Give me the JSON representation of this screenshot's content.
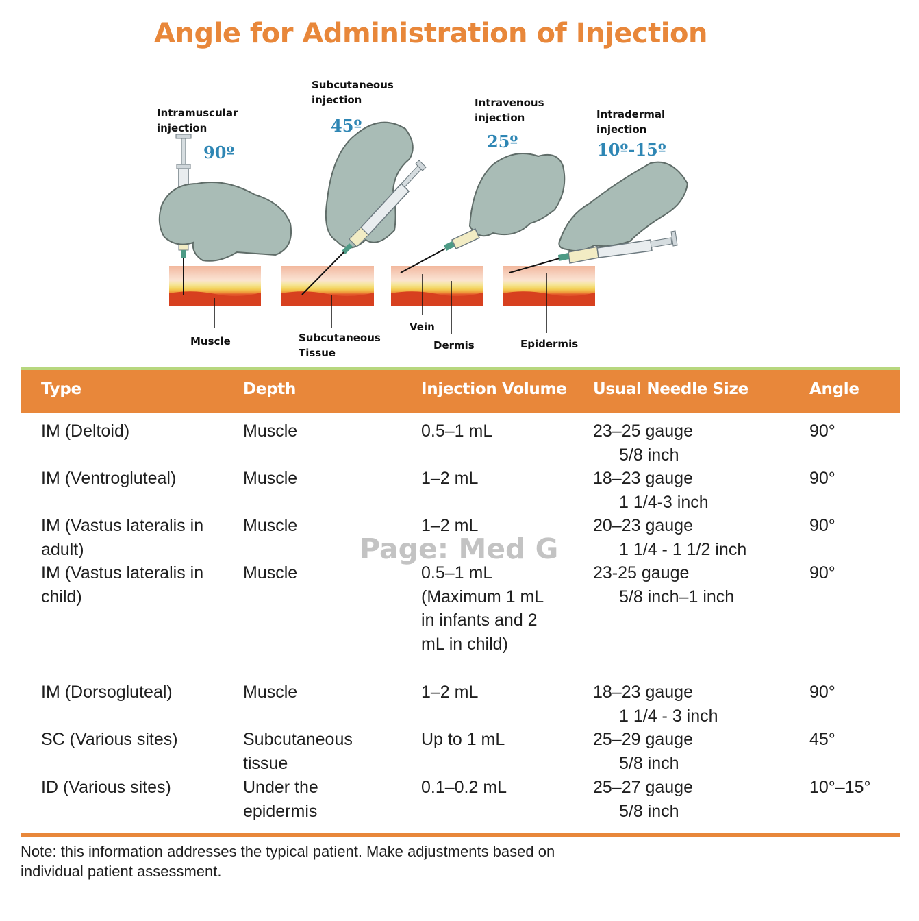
{
  "title": "Angle for Administration of Injection",
  "diagram": {
    "injections": [
      {
        "label": "Intramuscular\ninjection",
        "angle": "90º"
      },
      {
        "label": "Subcutaneous\ninjection",
        "angle": "45º"
      },
      {
        "label": "Intravenous\ninjection",
        "angle": "25º"
      },
      {
        "label": "Intradermal\ninjection",
        "angle": "10º-15º"
      }
    ],
    "tissue_labels": {
      "muscle": "Muscle",
      "subcutaneous": "Subcutaneous\nTissue",
      "vein": "Vein",
      "dermis": "Dermis",
      "epidermis": "Epidermis"
    }
  },
  "table": {
    "headers": [
      "Type",
      "Depth",
      "Injection Volume",
      "Usual Needle Size",
      "Angle"
    ],
    "rows": [
      {
        "type": "IM (Deltoid)",
        "depth": "Muscle",
        "volume": "0.5–1 mL",
        "gauge": "23–25 gauge",
        "length": "5/8 inch",
        "angle": "90°"
      },
      {
        "type": "IM (Ventrogluteal)",
        "depth": "Muscle",
        "volume": "1–2 mL",
        "gauge": "18–23 gauge",
        "length": "1 1/4-3 inch",
        "angle": "90°"
      },
      {
        "type": "IM (Vastus lateralis in adult)",
        "depth": "Muscle",
        "volume": "1–2 mL",
        "gauge": "20–23 gauge",
        "length": "1 1/4 - 1 1/2 inch",
        "angle": "90°"
      },
      {
        "type": "IM (Vastus lateralis in child)",
        "depth": "Muscle",
        "volume": "0.5–1 mL (Maximum 1 mL in infants and 2 mL in child)",
        "gauge": "23-25 gauge",
        "length": "5/8 inch–1 inch",
        "angle": "90°"
      },
      {
        "type": "IM (Dorsogluteal)",
        "depth": "Muscle",
        "volume": "1–2 mL",
        "gauge": "18–23 gauge",
        "length": "1 1/4 - 3 inch",
        "angle": "90°"
      },
      {
        "type": "SC (Various sites)",
        "depth": "Subcutaneous tissue",
        "volume": "Up to 1 mL",
        "gauge": "25–29 gauge",
        "length": "5/8 inch",
        "angle": "45°"
      },
      {
        "type": "ID (Various sites)",
        "depth": "Under the epidermis",
        "volume": "0.1–0.2 mL",
        "gauge": "25–27 gauge",
        "length": "5/8 inch",
        "angle": "10°–15°"
      }
    ]
  },
  "watermark": "Page: Med G",
  "note": "Note: this information addresses the typical patient. Make adjustments based on individual patient assessment.",
  "colors": {
    "accent": "#e8873a",
    "angle_text": "#2e86b4",
    "header_top_rule": "#b7d77e",
    "glove": "#a9bcb6"
  }
}
